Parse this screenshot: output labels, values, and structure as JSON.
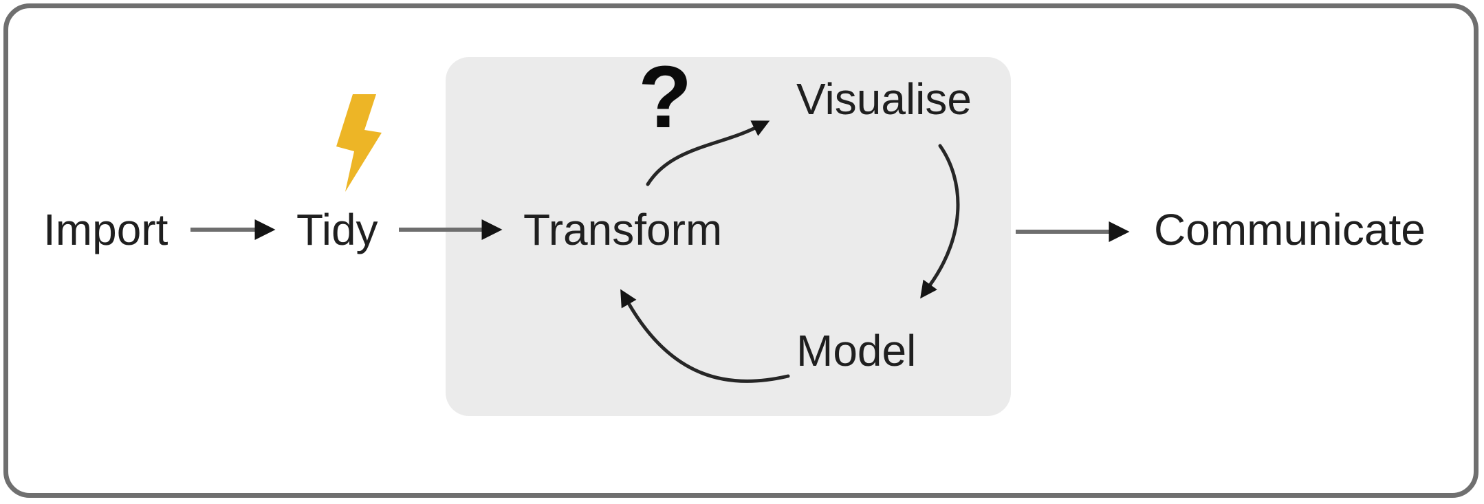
{
  "diagram": {
    "type": "flow-diagram",
    "background_color": "#ffffff",
    "frame_border_color": "#6f6f6f",
    "explore_box_fill": "#ebebeb",
    "text_color": "#1f1f1f",
    "arrow_shaft_color": "#6e6e6e",
    "arrow_head_color": "#141414",
    "curve_color": "#262626",
    "nodes": {
      "import": "Import",
      "tidy": "Tidy",
      "transform": "Transform",
      "visualise": "Visualise",
      "model": "Model",
      "communicate": "Communicate"
    },
    "annotations": {
      "question_mark": "?",
      "lightning_icon": "high-voltage-lightning-bolt",
      "lightning_color": "#edb526"
    },
    "edges": [
      {
        "from": "Import",
        "to": "Tidy",
        "style": "straight"
      },
      {
        "from": "Tidy",
        "to": "Transform",
        "style": "straight"
      },
      {
        "from": "Transform",
        "to": "Visualise",
        "style": "curved",
        "annotation": "?"
      },
      {
        "from": "Visualise",
        "to": "Model",
        "style": "curved"
      },
      {
        "from": "Model",
        "to": "Transform",
        "style": "curved"
      },
      {
        "from": "explore-box",
        "to": "Communicate",
        "style": "straight"
      }
    ]
  }
}
